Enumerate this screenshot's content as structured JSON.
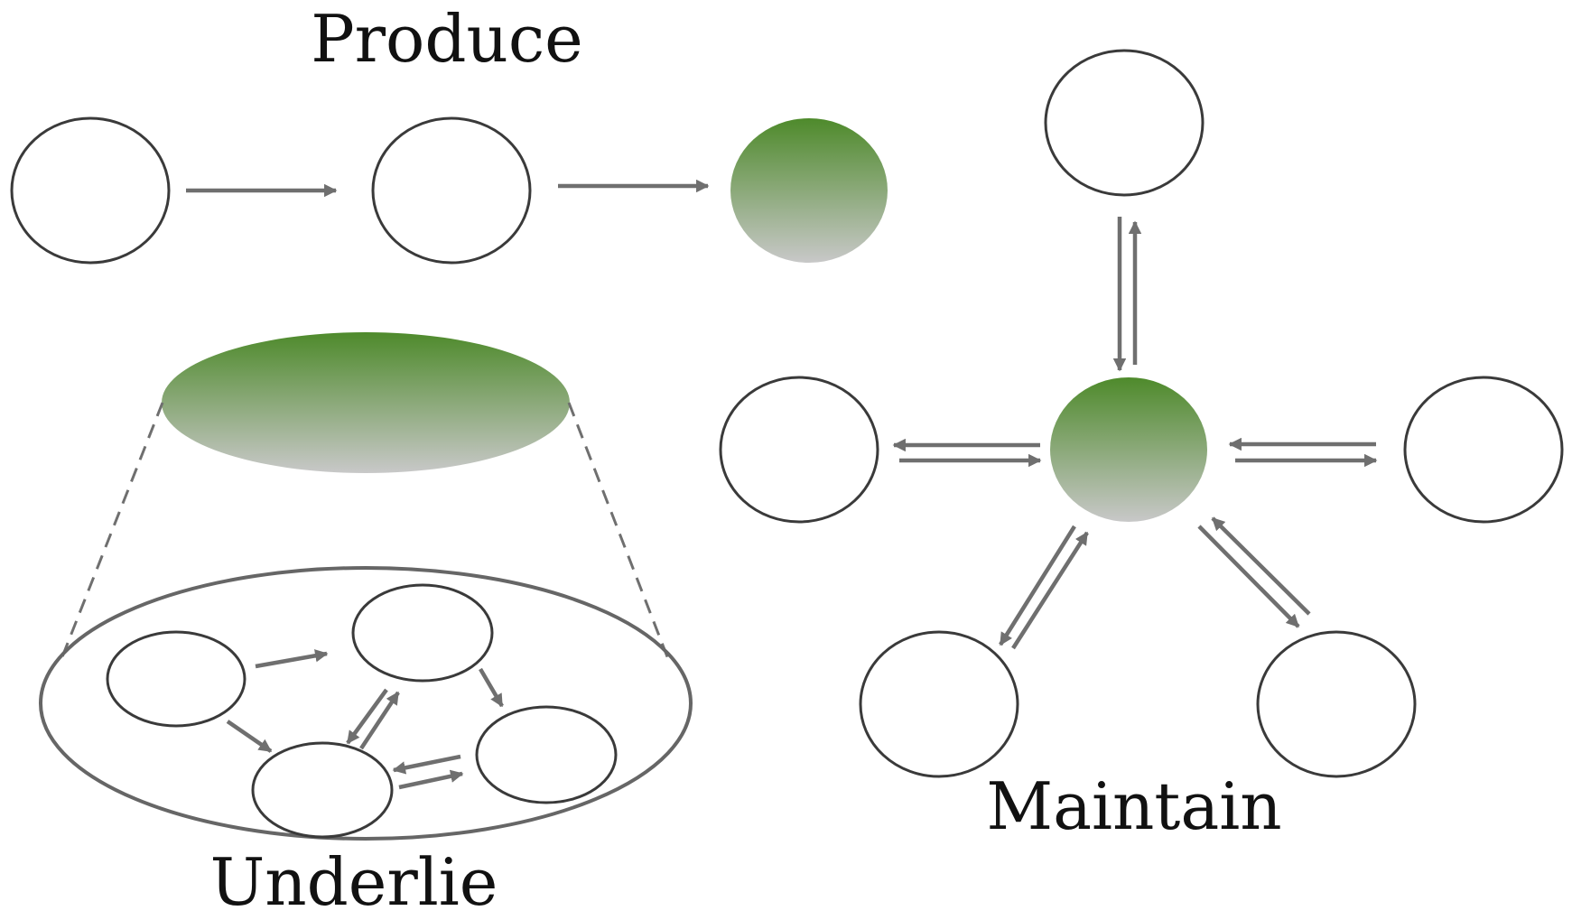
{
  "labels": {
    "produce": "Produce",
    "maintain": "Maintain",
    "underlie": "Underlie"
  },
  "colors": {
    "gradient_top": "#4e8a2b",
    "gradient_bottom": "#c8c8c8",
    "node_stroke": "#3a3a3a",
    "arrow": "#6f6f6f"
  }
}
